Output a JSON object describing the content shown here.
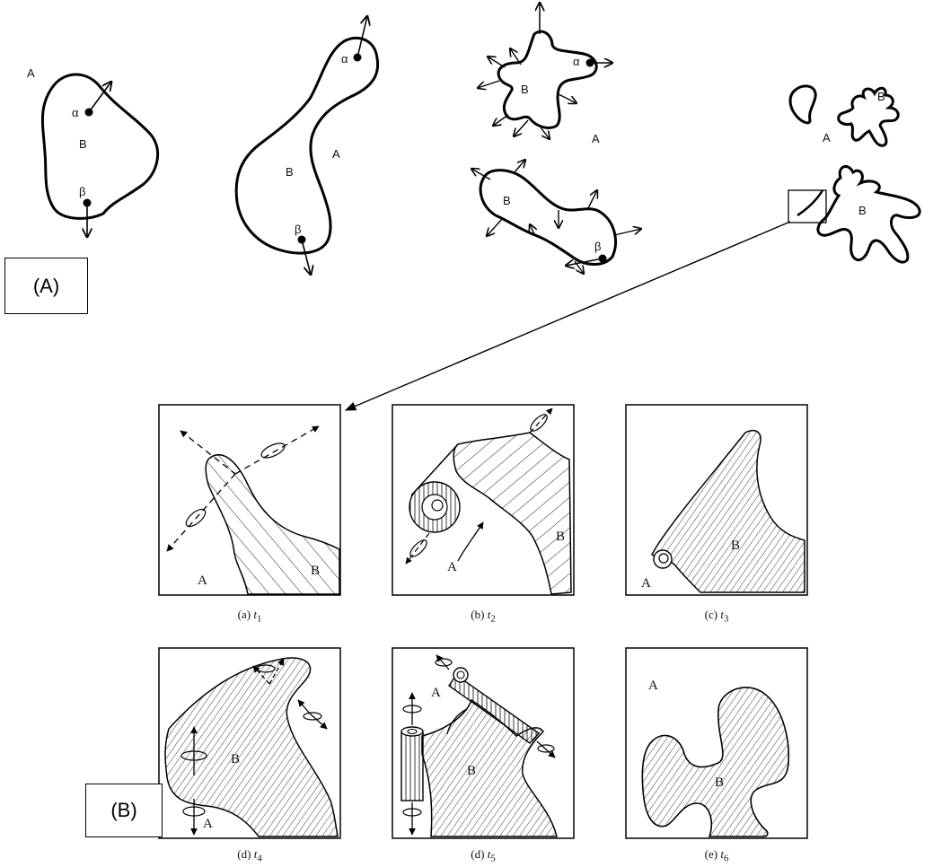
{
  "part_a": {
    "panel_label": "(A)",
    "region_outer": "A",
    "region_inner": "B",
    "point_alpha": "α",
    "point_beta": "β"
  },
  "part_b": {
    "panel_label": "(B)",
    "region_outer": "A",
    "region_inner": "B",
    "captions": [
      {
        "prefix": "(a) ",
        "var": "t",
        "sub": "1"
      },
      {
        "prefix": "(b) ",
        "var": "t",
        "sub": "2"
      },
      {
        "prefix": "(c) ",
        "var": "t",
        "sub": "3"
      },
      {
        "prefix": "(d) ",
        "var": "t",
        "sub": "4"
      },
      {
        "prefix": "(d) ",
        "var": "t",
        "sub": "5"
      },
      {
        "prefix": "(e) ",
        "var": "t",
        "sub": "6"
      }
    ]
  }
}
